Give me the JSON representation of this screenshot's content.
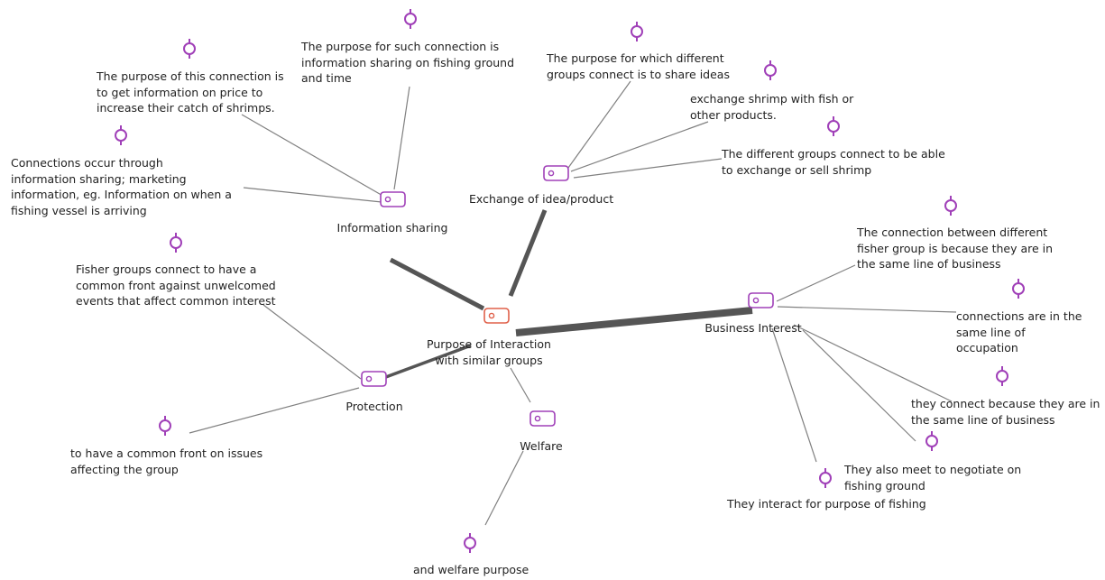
{
  "colors": {
    "line": "#808080",
    "thick": "#555555",
    "pin": "#a040b8",
    "central": "#e0604a",
    "text": "#222222"
  },
  "central": {
    "label": "Purpose of Interaction\nwith similar groups"
  },
  "categories": {
    "info": "Information sharing",
    "exchange": "Exchange of idea/product",
    "business": "Business Interest",
    "protection": "Protection",
    "welfare": "Welfare"
  },
  "quotes": {
    "q_price": "The purpose of this connection is\nto get information on price to\nincrease their catch of shrimps.",
    "q_fishing_ground": "The purpose for such connection is\ninformation sharing on fishing ground\nand time",
    "q_vessel": "Connections occur through\ninformation sharing; marketing\ninformation, eg. Information on when a\nfishing vessel is arriving",
    "q_share_ideas": "The purpose for which different\ngroups connect is to share ideas",
    "q_exchange_shrimp": "exchange shrimp with fish or\nother products.",
    "q_sell_shrimp": "The different groups connect to be able\nto exchange or sell shrimp",
    "q_line_business": "The connection between different\nfisher group is because they are in\nthe same line of business",
    "q_occupation": "connections are in the\nsame line of\noccupation",
    "q_connect_business": "they connect because they are in\nthe same line of business",
    "q_negotiate": "They also meet to negotiate on\nfishing ground",
    "q_fishing": "They interact for purpose of fishing",
    "q_common_front_events": "Fisher groups connect to have a\ncommon front against unwelcomed\nevents that affect common interest",
    "q_common_front_issues": "to have a common front on issues\naffecting the group",
    "q_welfare": "and welfare purpose"
  }
}
